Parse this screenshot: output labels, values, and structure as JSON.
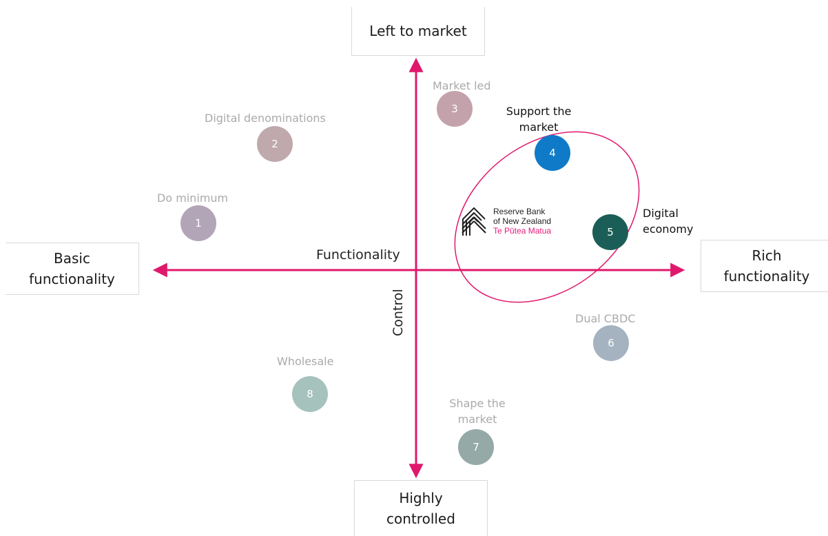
{
  "axes": {
    "top": "Left to market",
    "bottom": "Highly\ncontrolled",
    "left": "Basic\nfunctionality",
    "right": "Rich\nfunctionality",
    "horizontal_label": "Functionality",
    "vertical_label": "Control"
  },
  "options": [
    {
      "num": "1",
      "label": "Do minimum",
      "color": "#b3a5b8",
      "highlight": false
    },
    {
      "num": "2",
      "label": "Digital denominations",
      "color": "#bfa9ac",
      "highlight": false
    },
    {
      "num": "3",
      "label": "Market led",
      "color": "#c4a2ab",
      "highlight": false
    },
    {
      "num": "4",
      "label": "Support the\nmarket",
      "color": "#0f7ac8",
      "highlight": true
    },
    {
      "num": "5",
      "label": "Digital\neconomy",
      "color": "#1b5e57",
      "highlight": true
    },
    {
      "num": "6",
      "label": "Dual CBDC",
      "color": "#a5b3c1",
      "highlight": false
    },
    {
      "num": "7",
      "label": "Shape the\nmarket",
      "color": "#95a9a7",
      "highlight": false
    },
    {
      "num": "8",
      "label": "Wholesale",
      "color": "#a6c2bc",
      "highlight": false
    }
  ],
  "logo": {
    "line1": "Reserve Bank",
    "line2": "of New Zealand",
    "line3": "Te Pūtea Matua"
  },
  "colors": {
    "axis": "#e0186c",
    "ellipse": "#e0186c",
    "logo_accent": "#e8197a"
  }
}
